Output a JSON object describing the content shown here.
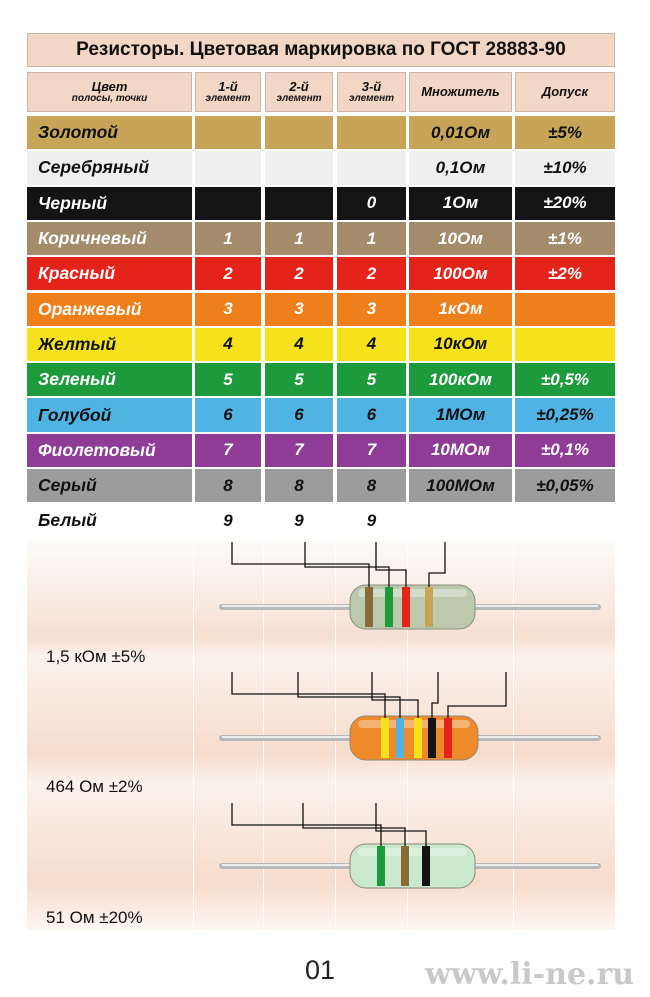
{
  "title": "Резисторы. Цветовая маркировка по ГОСТ 28883-90",
  "headers": {
    "color": {
      "l1": "Цвет",
      "l2": "полосы, точки"
    },
    "el1": {
      "l1": "1-й",
      "l2": "элемент"
    },
    "el2": {
      "l1": "2-й",
      "l2": "элемент"
    },
    "el3": {
      "l1": "3-й",
      "l2": "элемент"
    },
    "mult": {
      "l1": "Множитель",
      "l2": ""
    },
    "tol": {
      "l1": "Допуск",
      "l2": ""
    }
  },
  "rows": [
    {
      "name": "Золотой",
      "d1": "",
      "d2": "",
      "d3": "",
      "mult": "0,01Ом",
      "tol": "±5%",
      "bg": "#c8a458",
      "fg": "#111111"
    },
    {
      "name": "Серебряный",
      "d1": "",
      "d2": "",
      "d3": "",
      "mult": "0,1Ом",
      "tol": "±10%",
      "bg": "#efefef",
      "fg": "#111111"
    },
    {
      "name": "Черный",
      "d1": "",
      "d2": "",
      "d3": "0",
      "mult": "1Ом",
      "tol": "±20%",
      "bg": "#141414",
      "fg": "#ffffff"
    },
    {
      "name": "Коричневый",
      "d1": "1",
      "d2": "1",
      "d3": "1",
      "mult": "10Ом",
      "tol": "±1%",
      "bg": "#a38b6b",
      "fg": "#ffffff"
    },
    {
      "name": "Красный",
      "d1": "2",
      "d2": "2",
      "d3": "2",
      "mult": "100Ом",
      "tol": "±2%",
      "bg": "#e4231a",
      "fg": "#ffffff"
    },
    {
      "name": "Оранжевый",
      "d1": "3",
      "d2": "3",
      "d3": "3",
      "mult": "1кОм",
      "tol": "",
      "bg": "#ef7f1a",
      "fg": "#ffffff"
    },
    {
      "name": "Желтый",
      "d1": "4",
      "d2": "4",
      "d3": "4",
      "mult": "10кОм",
      "tol": "",
      "bg": "#f5e21a",
      "fg": "#111111"
    },
    {
      "name": "Зеленый",
      "d1": "5",
      "d2": "5",
      "d3": "5",
      "mult": "100кОм",
      "tol": "±0,5%",
      "bg": "#1d9a3c",
      "fg": "#ffffff"
    },
    {
      "name": "Голубой",
      "d1": "6",
      "d2": "6",
      "d3": "6",
      "mult": "1МОм",
      "tol": "±0,25%",
      "bg": "#4fb3e3",
      "fg": "#111111"
    },
    {
      "name": "Фиолетовый",
      "d1": "7",
      "d2": "7",
      "d3": "7",
      "mult": "10МОм",
      "tol": "±0,1%",
      "bg": "#8e3c96",
      "fg": "#ffffff"
    },
    {
      "name": "Серый",
      "d1": "8",
      "d2": "8",
      "d3": "8",
      "mult": "100МОм",
      "tol": "±0,05%",
      "bg": "#9c9c9c",
      "fg": "#111111"
    },
    {
      "name": "Белый",
      "d1": "9",
      "d2": "9",
      "d3": "9",
      "mult": "",
      "tol": "",
      "bg": "#ffffff",
      "fg": "#111111"
    }
  ],
  "examples": [
    {
      "label": "1,5 кОм ±5%",
      "body_color": "#bcc9ad",
      "bands": [
        "#8a6a3a",
        "#1d9a3c",
        "#e4231a",
        "#c8a458"
      ]
    },
    {
      "label": "464 Ом ±2%",
      "body_color": "#ef8a2a",
      "bands": [
        "#f5e21a",
        "#4fb3e3",
        "#f5e21a",
        "#141414",
        "#e4231a"
      ]
    },
    {
      "label": "51 Ом ±20%",
      "body_color": "#c9e8cd",
      "bands": [
        "#1d9a3c",
        "#8a6a3a",
        "#141414"
      ]
    }
  ],
  "page_number": "01",
  "site": "www.li-ne.ru"
}
